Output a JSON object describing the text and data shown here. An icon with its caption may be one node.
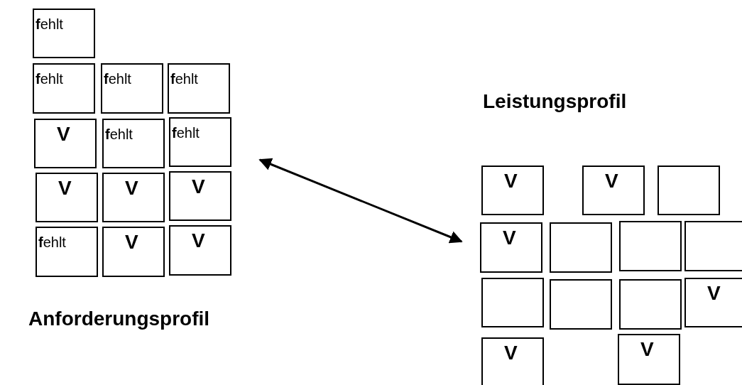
{
  "diagram": {
    "nodes": [
      {
        "text": [
          "**f**ehlt"
        ]
      },
      {
        "text": [
          "**f**ehlt"
        ]
      },
      {
        "text": [
          "**f**ehlt"
        ]
      },
      {
        "text": [
          "**f**ehlt"
        ]
      },
      {
        "text": [
          "V"
        ]
      },
      {
        "text": [
          "**f**ehlt"
        ]
      },
      {
        "text": [
          "**f**ehlt"
        ]
      },
      {
        "text": [
          "V"
        ]
      },
      {
        "text": [
          "V"
        ]
      },
      {
        "text": [
          "V"
        ]
      },
      {
        "text": [
          "**f**ehlt"
        ]
      },
      {
        "text": [
          "V"
        ]
      },
      {
        "text": [
          "V"
        ]
      },
      {
        "text": [
          "V"
        ]
      },
      {
        "text": [
          "V"
        ]
      },
      {
        "text": [],
        "shape": "box"
      },
      {
        "text": [
          "V"
        ]
      },
      {
        "text": [],
        "shape": "box"
      },
      {
        "text": [],
        "shape": "box"
      },
      {
        "text": [],
        "shape": "box"
      },
      {
        "text": [],
        "shape": "box"
      },
      {
        "text": [],
        "shape": "box"
      },
      {
        "text": [],
        "shape": "box"
      },
      {
        "text": [
          "V"
        ]
      },
      {
        "text": [
          "V"
        ]
      },
      {
        "text": [
          "V"
        ]
      }
    ],
    "edges": [
      {
        "from": 6,
        "to": 16,
        "arrow": "both"
      }
    ],
    "labels": [
      "Leistungsprofil",
      "Anforderungsprofil"
    ]
  }
}
